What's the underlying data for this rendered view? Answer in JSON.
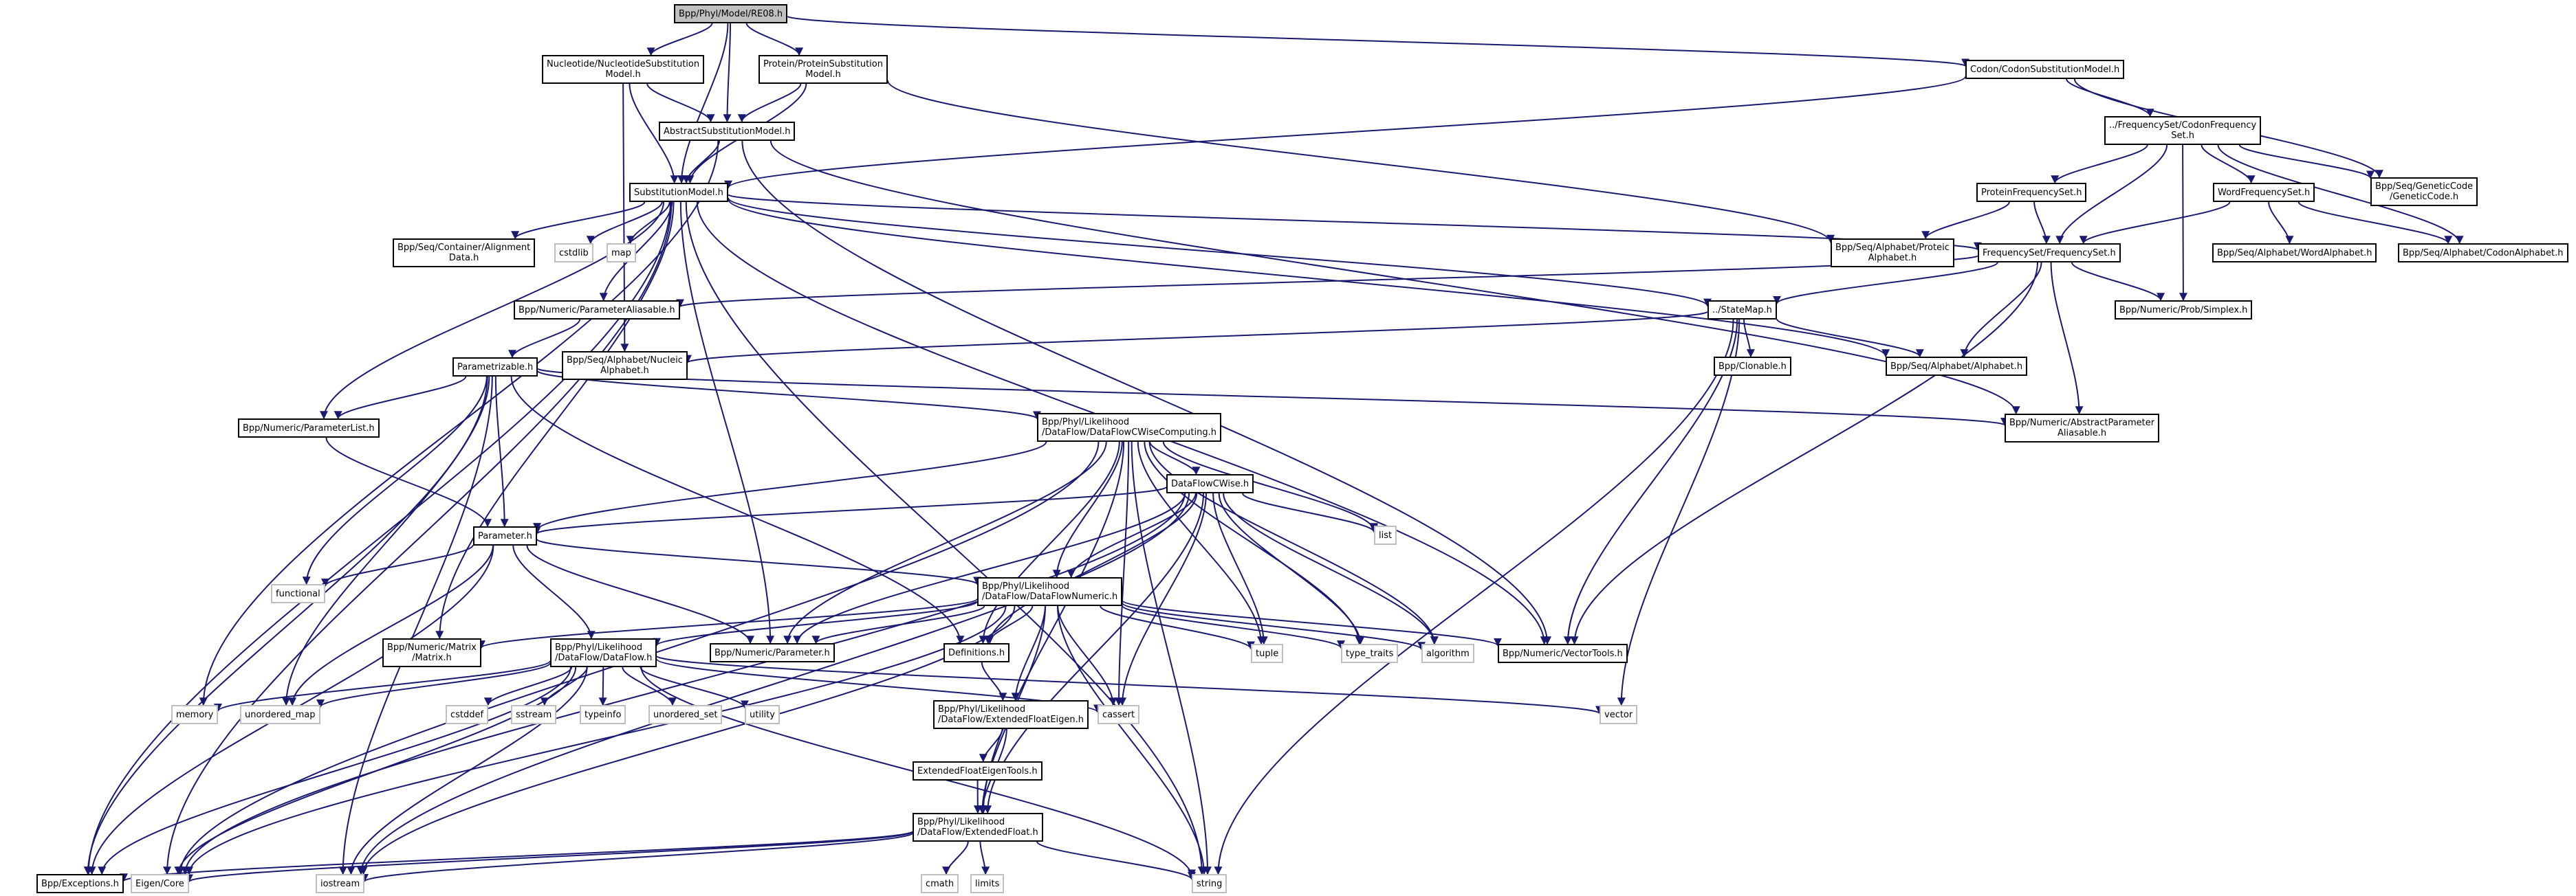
{
  "title": "Bpp/Phyl/Model/RE08.h",
  "colors": {
    "edge": "#191970",
    "root_fill": "#bfbfbf",
    "sys_border": "#bfbfbf",
    "node_border": "#000000"
  },
  "nodes": {
    "re08": "Bpp/Phyl/Model/RE08.h",
    "nucsub": "Nucleotide/NucleotideSubstitution\nModel.h",
    "protsub": "Protein/ProteinSubstitution\nModel.h",
    "codonsub": "Codon/CodonSubstitutionModel.h",
    "abssub": "AbstractSubstitutionModel.h",
    "subm": "SubstitutionModel.h",
    "codonfreq": "../FrequencySet/CodonFrequency\nSet.h",
    "protfreq": "ProteinFrequencySet.h",
    "wordfreq": "WordFrequencySet.h",
    "geneticcode": "Bpp/Seq/GeneticCode\n/GeneticCode.h",
    "alignment": "Bpp/Seq/Container/Alignment\nData.h",
    "cstdlib": "cstdlib",
    "map": "map",
    "proteic": "Bpp/Seq/Alphabet/Proteic\nAlphabet.h",
    "freqset": "FrequencySet/FrequencySet.h",
    "wordalpha": "Bpp/Seq/Alphabet/WordAlphabet.h",
    "codonalpha": "Bpp/Seq/Alphabet/CodonAlphabet.h",
    "paramalias": "Bpp/Numeric/ParameterAliasable.h",
    "statemap": "../StateMap.h",
    "simplex": "Bpp/Numeric/Prob/Simplex.h",
    "nucleic": "Bpp/Seq/Alphabet/Nucleic\nAlphabet.h",
    "parametrizable": "Parametrizable.h",
    "clonable": "Bpp/Clonable.h",
    "alphabet": "Bpp/Seq/Alphabet/Alphabet.h",
    "paramlist": "Bpp/Numeric/ParameterList.h",
    "dfcwc": "Bpp/Phyl/Likelihood\n/DataFlow/DataFlowCWiseComputing.h",
    "absparamalias": "Bpp/Numeric/AbstractParameter\nAliasable.h",
    "dfcwise": "DataFlowCWise.h",
    "list": "list",
    "parameter": "Parameter.h",
    "functional": "functional",
    "dfnumeric": "Bpp/Phyl/Likelihood\n/DataFlow/DataFlowNumeric.h",
    "matrix": "Bpp/Numeric/Matrix\n/Matrix.h",
    "dataflow": "Bpp/Phyl/Likelihood\n/DataFlow/DataFlow.h",
    "numparam": "Bpp/Numeric/Parameter.h",
    "definitions": "Definitions.h",
    "tuple": "tuple",
    "type_traits": "type_traits",
    "algorithm": "algorithm",
    "vectortools": "Bpp/Numeric/VectorTools.h",
    "memory": "memory",
    "unordered_map": "unordered_map",
    "cstddef": "cstddef",
    "sstream": "sstream",
    "typeinfo": "typeinfo",
    "unordered_set": "unordered_set",
    "utility": "utility",
    "cassert": "cassert",
    "vector": "vector",
    "efeigen": "Bpp/Phyl/Likelihood\n/DataFlow/ExtendedFloatEigen.h",
    "efeigentools": "ExtendedFloatEigenTools.h",
    "extfloat": "Bpp/Phyl/Likelihood\n/DataFlow/ExtendedFloat.h",
    "exceptions": "Bpp/Exceptions.h",
    "eigencore": "Eigen/Core",
    "iostream": "iostream",
    "cmath": "cmath",
    "limits": "limits",
    "string": "string"
  },
  "edges": [
    [
      "re08",
      "nucsub"
    ],
    [
      "re08",
      "protsub"
    ],
    [
      "re08",
      "abssub"
    ],
    [
      "re08",
      "subm"
    ],
    [
      "re08",
      "codonsub"
    ],
    [
      "nucsub",
      "abssub"
    ],
    [
      "nucsub",
      "subm"
    ],
    [
      "nucsub",
      "nucleic"
    ],
    [
      "protsub",
      "abssub"
    ],
    [
      "protsub",
      "subm"
    ],
    [
      "protsub",
      "proteic"
    ],
    [
      "abssub",
      "subm"
    ],
    [
      "abssub",
      "memory"
    ],
    [
      "abssub",
      "absparamalias"
    ],
    [
      "abssub",
      "vectortools"
    ],
    [
      "codonsub",
      "subm"
    ],
    [
      "codonsub",
      "codonfreq"
    ],
    [
      "codonsub",
      "geneticcode"
    ],
    [
      "codonfreq",
      "protfreq"
    ],
    [
      "codonfreq",
      "wordfreq"
    ],
    [
      "codonfreq",
      "freqset"
    ],
    [
      "codonfreq",
      "geneticcode"
    ],
    [
      "codonfreq",
      "codonalpha"
    ],
    [
      "codonfreq",
      "simplex"
    ],
    [
      "protfreq",
      "proteic"
    ],
    [
      "protfreq",
      "freqset"
    ],
    [
      "wordfreq",
      "freqset"
    ],
    [
      "wordfreq",
      "wordalpha"
    ],
    [
      "wordfreq",
      "codonalpha"
    ],
    [
      "subm",
      "alignment"
    ],
    [
      "subm",
      "cstdlib"
    ],
    [
      "subm",
      "map"
    ],
    [
      "subm",
      "paramalias"
    ],
    [
      "subm",
      "freqset"
    ],
    [
      "subm",
      "statemap"
    ],
    [
      "subm",
      "alphabet"
    ],
    [
      "subm",
      "vectortools"
    ],
    [
      "subm",
      "paramlist"
    ],
    [
      "subm",
      "numparam"
    ],
    [
      "subm",
      "exceptions"
    ],
    [
      "subm",
      "eigencore"
    ],
    [
      "subm",
      "matrix"
    ],
    [
      "subm",
      "string"
    ],
    [
      "freqset",
      "paramalias"
    ],
    [
      "freqset",
      "statemap"
    ],
    [
      "freqset",
      "alphabet"
    ],
    [
      "freqset",
      "simplex"
    ],
    [
      "freqset",
      "absparamalias"
    ],
    [
      "freqset",
      "vectortools"
    ],
    [
      "paramalias",
      "parametrizable"
    ],
    [
      "statemap",
      "nucleic"
    ],
    [
      "statemap",
      "clonable"
    ],
    [
      "statemap",
      "alphabet"
    ],
    [
      "statemap",
      "vectortools"
    ],
    [
      "statemap",
      "vector"
    ],
    [
      "statemap",
      "string"
    ],
    [
      "parametrizable",
      "paramlist"
    ],
    [
      "parametrizable",
      "parameter"
    ],
    [
      "parametrizable",
      "dfcwc"
    ],
    [
      "parametrizable",
      "absparamalias"
    ],
    [
      "parametrizable",
      "functional"
    ],
    [
      "parametrizable",
      "exceptions"
    ],
    [
      "parametrizable",
      "unordered_map"
    ],
    [
      "parametrizable",
      "definitions"
    ],
    [
      "parametrizable",
      "iostream"
    ],
    [
      "paramlist",
      "parameter"
    ],
    [
      "dfcwc",
      "dfcwise"
    ],
    [
      "dfcwc",
      "dfnumeric"
    ],
    [
      "dfcwc",
      "parameter"
    ],
    [
      "dfcwc",
      "list"
    ],
    [
      "dfcwc",
      "numparam"
    ],
    [
      "dfcwc",
      "definitions"
    ],
    [
      "dfcwc",
      "tuple"
    ],
    [
      "dfcwc",
      "type_traits"
    ],
    [
      "dfcwc",
      "algorithm"
    ],
    [
      "dfcwc",
      "cassert"
    ],
    [
      "dfcwc",
      "string"
    ],
    [
      "dfcwc",
      "extfloat"
    ],
    [
      "dfcwc",
      "eigencore"
    ],
    [
      "dfcwise",
      "dfnumeric"
    ],
    [
      "dfcwise",
      "list"
    ],
    [
      "dfcwise",
      "parameter"
    ],
    [
      "dfcwise",
      "definitions"
    ],
    [
      "dfcwise",
      "tuple"
    ],
    [
      "dfcwise",
      "type_traits"
    ],
    [
      "dfcwise",
      "algorithm"
    ],
    [
      "dfcwise",
      "cassert"
    ],
    [
      "dfcwise",
      "iostream"
    ],
    [
      "dfcwise",
      "extfloat"
    ],
    [
      "dfcwise",
      "numparam"
    ],
    [
      "dfcwise",
      "eigencore"
    ],
    [
      "parameter",
      "functional"
    ],
    [
      "parameter",
      "dataflow"
    ],
    [
      "parameter",
      "numparam"
    ],
    [
      "parameter",
      "dfnumeric"
    ],
    [
      "parameter",
      "exceptions"
    ],
    [
      "parameter",
      "unordered_map"
    ],
    [
      "dfnumeric",
      "matrix"
    ],
    [
      "dfnumeric",
      "dataflow"
    ],
    [
      "dfnumeric",
      "numparam"
    ],
    [
      "dfnumeric",
      "definitions"
    ],
    [
      "dfnumeric",
      "efeigen"
    ],
    [
      "dfnumeric",
      "extfloat"
    ],
    [
      "dfnumeric",
      "tuple"
    ],
    [
      "dfnumeric",
      "type_traits"
    ],
    [
      "dfnumeric",
      "algorithm"
    ],
    [
      "dfnumeric",
      "vectortools"
    ],
    [
      "dfnumeric",
      "cassert"
    ],
    [
      "dfnumeric",
      "string"
    ],
    [
      "dfnumeric",
      "iostream"
    ],
    [
      "dfnumeric",
      "eigencore"
    ],
    [
      "dataflow",
      "memory"
    ],
    [
      "dataflow",
      "unordered_map"
    ],
    [
      "dataflow",
      "cstddef"
    ],
    [
      "dataflow",
      "sstream"
    ],
    [
      "dataflow",
      "typeinfo"
    ],
    [
      "dataflow",
      "unordered_set"
    ],
    [
      "dataflow",
      "utility"
    ],
    [
      "dataflow",
      "cassert"
    ],
    [
      "dataflow",
      "vector"
    ],
    [
      "dataflow",
      "string"
    ],
    [
      "dataflow",
      "iostream"
    ],
    [
      "dataflow",
      "exceptions"
    ],
    [
      "dataflow",
      "eigencore"
    ],
    [
      "definitions",
      "efeigen"
    ],
    [
      "efeigen",
      "efeigentools"
    ],
    [
      "efeigen",
      "extfloat"
    ],
    [
      "efeigentools",
      "extfloat"
    ],
    [
      "extfloat",
      "exceptions"
    ],
    [
      "extfloat",
      "eigencore"
    ],
    [
      "extfloat",
      "iostream"
    ],
    [
      "extfloat",
      "cmath"
    ],
    [
      "extfloat",
      "limits"
    ],
    [
      "extfloat",
      "string"
    ]
  ]
}
